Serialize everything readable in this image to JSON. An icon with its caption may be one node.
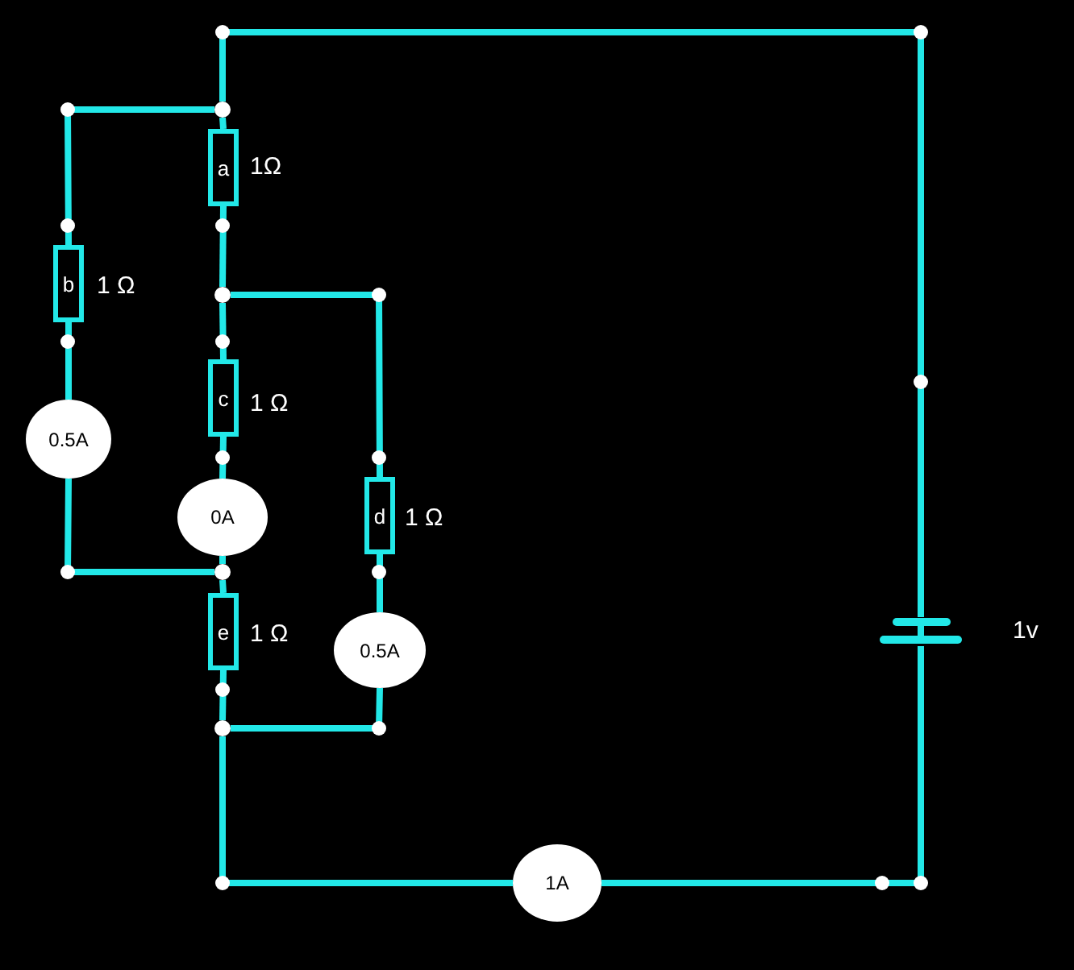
{
  "diagram": {
    "nodes": [
      {
        "text": [
          "a"
        ],
        "beside": [
          "1Ω"
        ]
      },
      {
        "text": [
          "b"
        ],
        "beside": [
          "1 Ω"
        ]
      },
      {
        "text": [
          "c"
        ],
        "beside": [
          "1 Ω"
        ]
      },
      {
        "text": [
          "d"
        ],
        "beside": [
          "1 Ω"
        ]
      },
      {
        "text": [
          "e"
        ],
        "beside": [
          "1 Ω"
        ]
      },
      {
        "text": [
          "0.5A"
        ]
      },
      {
        "text": [
          "0A"
        ]
      },
      {
        "text": [
          "0.5A"
        ]
      },
      {
        "text": [
          "1A"
        ]
      },
      {
        "text": [],
        "shape": "battery",
        "beside": [
          "1v"
        ]
      },
      {
        "text": [],
        "shape": "circle"
      },
      {
        "text": [],
        "shape": "circle"
      },
      {
        "text": [],
        "shape": "circle"
      },
      {
        "text": [],
        "shape": "circle"
      }
    ],
    "edges": [
      {
        "from": 9,
        "to": 10,
        "arrow": "none"
      },
      {
        "from": 10,
        "to": 0,
        "arrow": "none"
      },
      {
        "from": 10,
        "to": 1,
        "arrow": "none"
      },
      {
        "from": 0,
        "to": 11,
        "arrow": "none"
      },
      {
        "from": 11,
        "to": 2,
        "arrow": "none"
      },
      {
        "from": 11,
        "to": 3,
        "arrow": "none"
      },
      {
        "from": 1,
        "to": 5,
        "arrow": "none"
      },
      {
        "from": 5,
        "to": 12,
        "arrow": "none"
      },
      {
        "from": 2,
        "to": 6,
        "arrow": "none"
      },
      {
        "from": 6,
        "to": 12,
        "arrow": "none"
      },
      {
        "from": 12,
        "to": 4,
        "arrow": "none"
      },
      {
        "from": 3,
        "to": 7,
        "arrow": "none"
      },
      {
        "from": 7,
        "to": 13,
        "arrow": "none"
      },
      {
        "from": 4,
        "to": 13,
        "arrow": "none"
      },
      {
        "from": 13,
        "to": 8,
        "arrow": "none"
      },
      {
        "from": 8,
        "to": 9,
        "arrow": "none"
      }
    ]
  }
}
